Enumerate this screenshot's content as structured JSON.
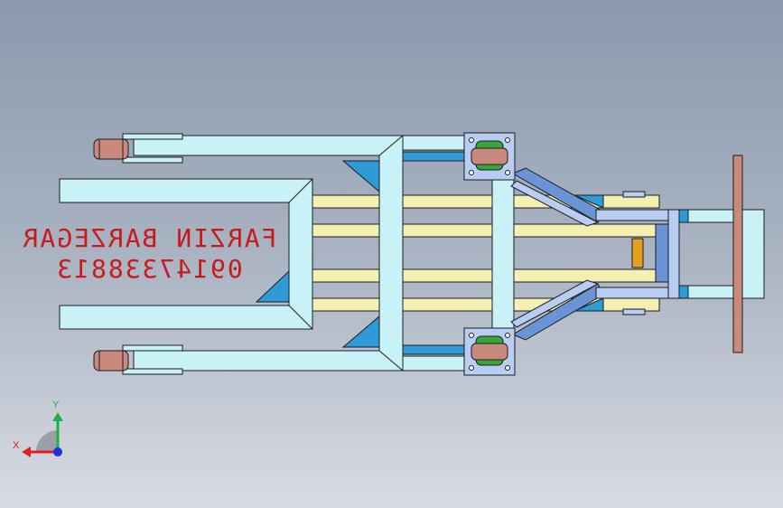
{
  "viewport": {
    "watermark": {
      "name": "FARZIN BARZEGAR",
      "phone": "09147338813"
    },
    "triad": {
      "x_label": "X",
      "y_label": "Y",
      "x_color": "#e02020",
      "y_color": "#20b040",
      "z_color": "#2030e0"
    },
    "colors": {
      "frame_fill": "#c8f2f7",
      "rail_fill": "#f4f0b4",
      "bracket_fill": "#b7cdf2",
      "stay_fill": "#6b94d6",
      "tire_fill": "#c98a7e",
      "hub_fill": "#3aa63a",
      "axle_fill": "#e6a020",
      "steering_fill": "#c98a7e",
      "gusset_fill": "#2e9ad8"
    }
  }
}
